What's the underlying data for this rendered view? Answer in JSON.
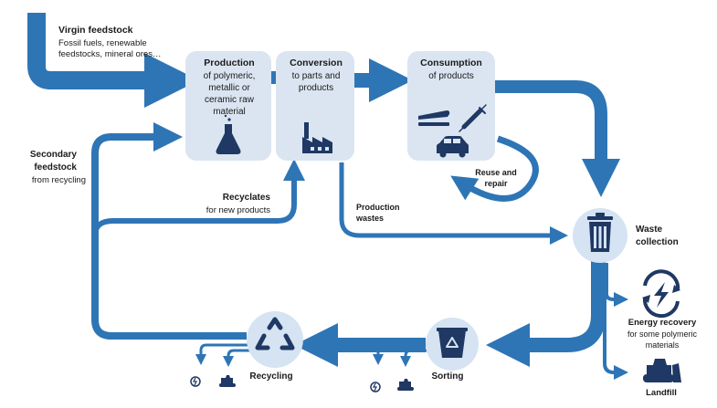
{
  "colors": {
    "arrow": "#2e75b6",
    "box": "#dbe5f1",
    "circle": "#d5e3f2",
    "icon": "#1f3864"
  },
  "virgin": {
    "title": "Virgin feedstock",
    "line1": "Fossil fuels, renewable",
    "line2": "feedstocks, mineral ores…"
  },
  "production": {
    "title": "Production",
    "line1": "of polymeric,",
    "line2": "metallic or",
    "line3": "ceramic raw",
    "line4": "material",
    "icon": "flask-icon"
  },
  "conversion": {
    "title": "Conversion",
    "line1": "to parts and",
    "line2": "products",
    "icon": "factory-icon"
  },
  "consumption": {
    "title": "Consumption",
    "line1": "of products",
    "icons": [
      "stapler-icon",
      "syringe-icon",
      "car-icon"
    ]
  },
  "reuse": {
    "line1": "Reuse and",
    "line2": "repair"
  },
  "secondary": {
    "line1": "Secondary",
    "line2": "feedstock",
    "line3": "from recycling"
  },
  "recyclates": {
    "line1": "Recyclates",
    "line2": "for new products"
  },
  "production_wastes": {
    "line1": "Production",
    "line2": "wastes"
  },
  "waste": {
    "line1": "Waste",
    "line2": "collection",
    "icon": "trash-bin-icon"
  },
  "energy": {
    "line1": "Energy recovery",
    "line2": "for some polymeric",
    "line3": "materials",
    "icon": "energy-recovery-icon"
  },
  "landfill": {
    "label": "Landfill",
    "icon": "bulldozer-icon"
  },
  "sorting": {
    "label": "Sorting",
    "icon": "sorting-bin-icon"
  },
  "recycling": {
    "label": "Recycling",
    "icon": "recycle-icon"
  }
}
